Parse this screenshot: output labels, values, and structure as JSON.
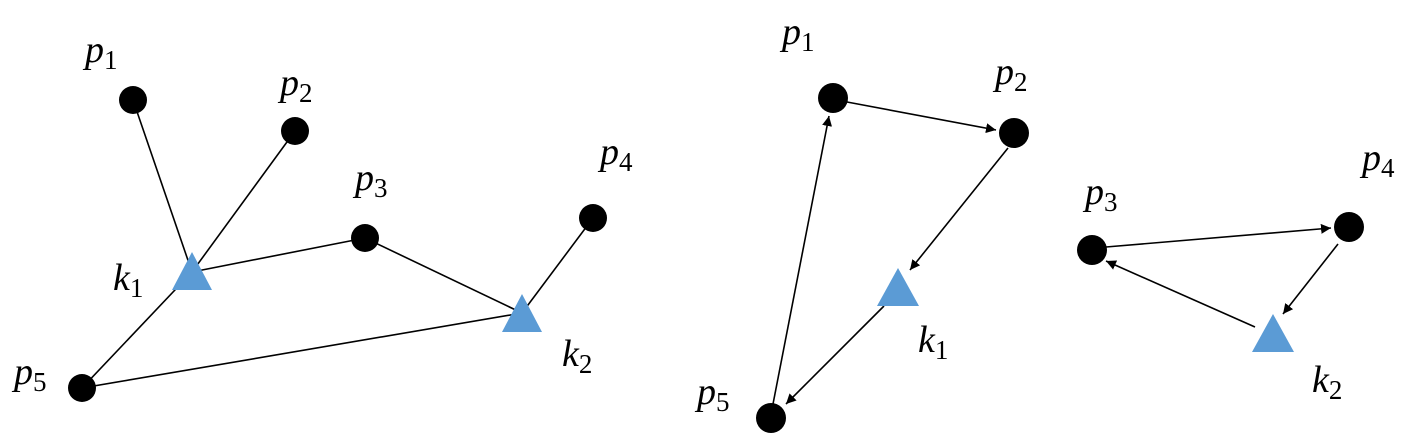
{
  "left_graph": {
    "labels": {
      "p1": {
        "base": "p",
        "sub": "1"
      },
      "p2": {
        "base": "p",
        "sub": "2"
      },
      "p3": {
        "base": "p",
        "sub": "3"
      },
      "p4": {
        "base": "p",
        "sub": "4"
      },
      "p5": {
        "base": "p",
        "sub": "5"
      },
      "k1": {
        "base": "k",
        "sub": "1"
      },
      "k2": {
        "base": "k",
        "sub": "2"
      }
    }
  },
  "right_graph": {
    "labels": {
      "p1": {
        "base": "p",
        "sub": "1"
      },
      "p2": {
        "base": "p",
        "sub": "2"
      },
      "p3": {
        "base": "p",
        "sub": "3"
      },
      "p4": {
        "base": "p",
        "sub": "4"
      },
      "p5": {
        "base": "p",
        "sub": "5"
      },
      "k1": {
        "base": "k",
        "sub": "1"
      },
      "k2": {
        "base": "k",
        "sub": "2"
      }
    }
  },
  "colors": {
    "node": "#000000",
    "facility": "#5b9bd5",
    "edge": "#000000"
  }
}
